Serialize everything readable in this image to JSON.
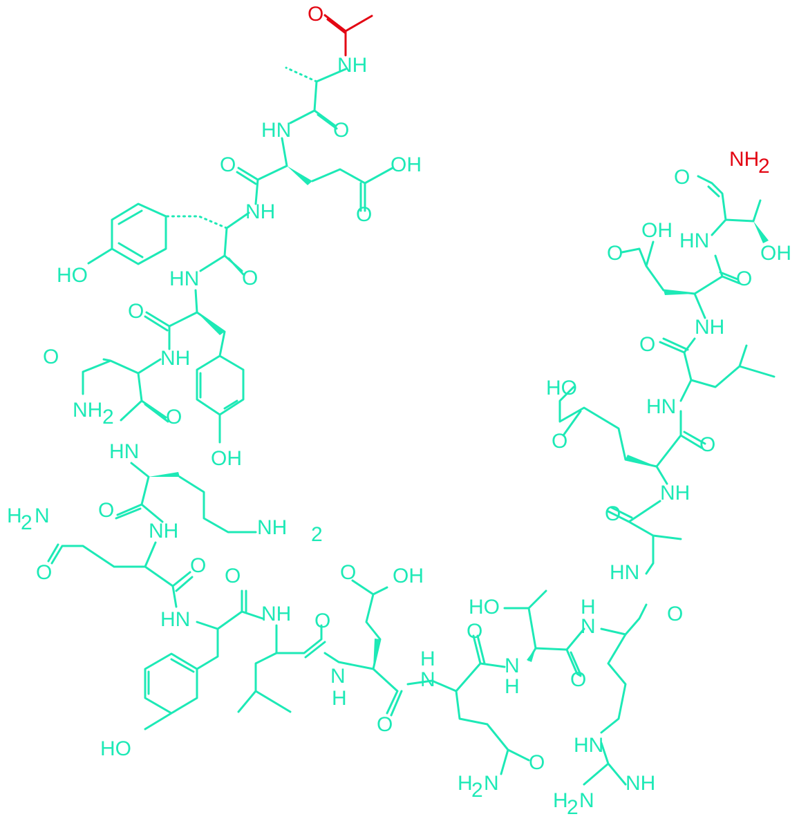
{
  "colors": {
    "main": "#1de9b6",
    "terminal": "#e30613"
  },
  "labels": {
    "ac_o": "O",
    "ac_nh": "NH",
    "a1_o": "O",
    "e2_hn": "HN",
    "e2_o": "O",
    "e2_oh": "OH",
    "e2_o2": "O",
    "y3_nh": "NH",
    "y3_ho": "HO",
    "y3_o": "O",
    "y4_hn": "HN",
    "y4_o": "O",
    "y4_oh": "OH",
    "n5_nh": "NH",
    "n5_o": "O",
    "n5_nh2": "NH",
    "n5_o2": "O",
    "k6_hn": "HN",
    "k6_o": "O",
    "k6_nh2": "NH",
    "q7_nh": "NH",
    "q7_h2n": "H",
    "q7_o": "O",
    "q7_o2": "O",
    "y8_hn": "HN",
    "y8_ho": "HO",
    "y8_o": "O",
    "l9_nh": "NH",
    "l9_o": "O",
    "e10_n": "N",
    "e10_h": "H",
    "e10_o": "O",
    "e10_oh": "OH",
    "e10_o2": "O",
    "q11_n": "N",
    "q11_h": "H",
    "q11_o": "O",
    "q11_h2n": "H",
    "q11_o2": "O",
    "t12_ho": "HO",
    "t12_n": "N",
    "t12_h": "H",
    "t12_o": "O",
    "r13_h": "H",
    "r13_n": "N",
    "r13_o": "O",
    "r13_hn": "HN",
    "r13_nh": "NH",
    "r13_h2n": "H",
    "a14_hn": "HN",
    "a14_o": "O",
    "e15_nh": "NH",
    "e15_ho": "HO",
    "e15_o": "O",
    "e15_o2": "O",
    "l16_hn": "HN",
    "l16_o": "O",
    "d17_nh": "NH",
    "d17_o": "O",
    "d17_oh": "OH",
    "d17_o2": "O",
    "t18_hn": "HN",
    "t18_o": "O",
    "t18_oh": "OH",
    "t18_nh2": "NH"
  }
}
